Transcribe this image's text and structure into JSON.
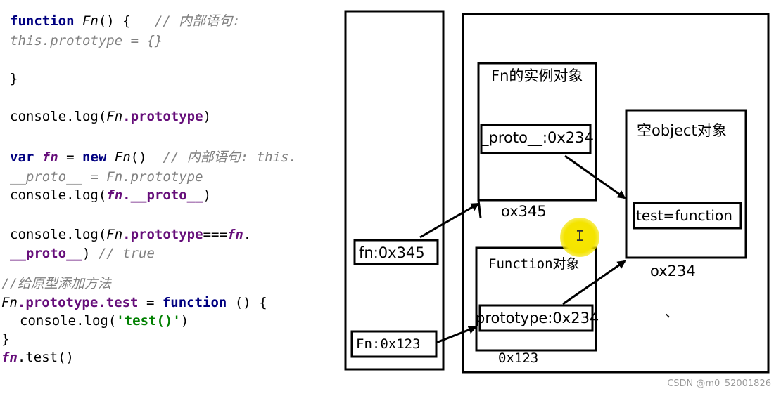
{
  "code": {
    "l1_kw": "function",
    "l1_name": "Fn",
    "l1_paren": "() {",
    "l1_comment": "// 内部语句:",
    "l2": "this.prototype = {}",
    "l3": "}",
    "l4_obj": "console",
    "l4_method": ".log(",
    "l4_fn": "Fn",
    "l4_prop": ".prototype",
    "l4_end": ")",
    "l5_var": "var",
    "l5_fn": "fn",
    "l5_eq": " = ",
    "l5_new": "new",
    "l5_ctor": "Fn",
    "l5_paren": "()",
    "l5_comment": "// 内部语句: this.",
    "l6": "__proto__ = Fn.prototype",
    "l7_obj": "console",
    "l7_method": ".log(",
    "l7_fn": "fn",
    "l7_prop": ".__proto__",
    "l7_end": ")",
    "l8_obj": "console",
    "l8_method": ".log(",
    "l8_fn": "Fn",
    "l8_prop": ".prototype",
    "l8_eq": "===",
    "l8_fn2": "fn",
    "l8_dot": ".",
    "l9_prop": "__proto__",
    "l9_end": ")",
    "l9_comment": "// true",
    "l10_comment": "//给原型添加方法",
    "l11_fn": "Fn",
    "l11_prop": ".prototype.",
    "l11_test": "test",
    "l11_eq": " = ",
    "l11_kw": "function",
    "l11_end": " () {",
    "l12_obj": "console",
    "l12_method": ".log(",
    "l12_str": "'test()'",
    "l12_end": ")",
    "l13": "}",
    "l14_fn": "fn",
    "l14_rest": ".test()"
  },
  "diagram": {
    "instance_title": "Fn的实例对象",
    "instance_proto": "_proto__:0x234",
    "instance_addr": "ox345",
    "empty_obj_title": "空object对象",
    "empty_obj_prop": "test=function",
    "empty_obj_addr": "ox234",
    "function_title": "Function对象",
    "function_proto": "prototype:0x234",
    "function_addr": "0x123",
    "stack_fn": "fn:0x345",
    "stack_Fn": "Fn:0x123",
    "cursor_glyph": "I",
    "stray_dot": "、"
  },
  "watermark": "CSDN @m0_52001826",
  "colors": {
    "keyword": "#000080",
    "property": "#660e7a",
    "comment": "#808080",
    "string": "#008000",
    "highlight": "#f4e400"
  }
}
